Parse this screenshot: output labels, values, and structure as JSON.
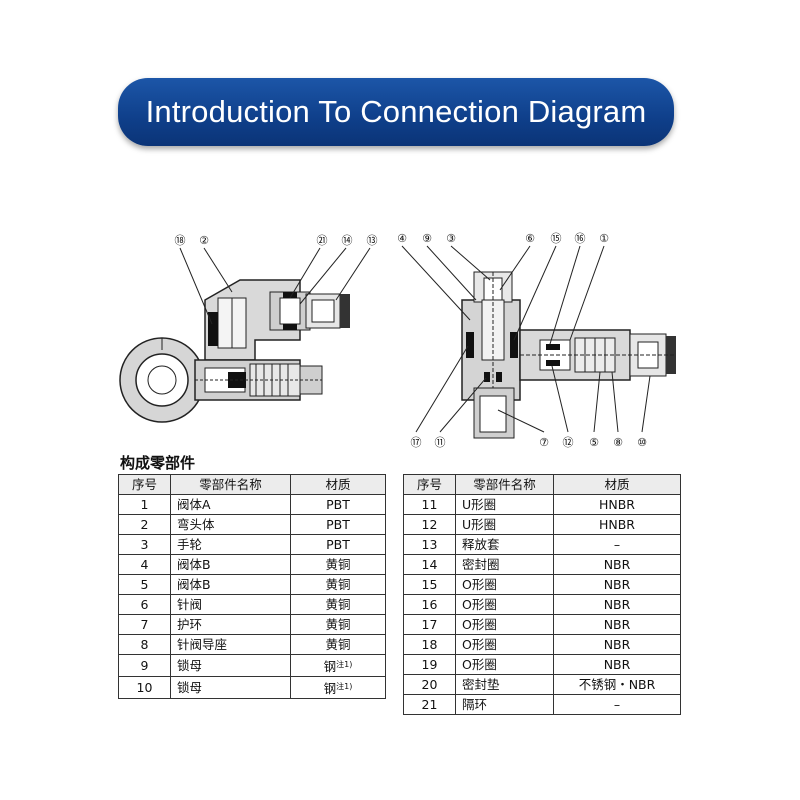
{
  "banner": {
    "title": "Introduction To Connection Diagram"
  },
  "callouts_left": [
    "⑱",
    "②",
    "㉑",
    "⑭",
    "⑬"
  ],
  "callouts_right_top": [
    "④",
    "⑨",
    "③",
    "⑥",
    "⑮",
    "⑯",
    "①"
  ],
  "callouts_right_bottom": [
    "⑰",
    "⑪",
    "⑦",
    "⑫",
    "⑤",
    "⑧",
    "⑩"
  ],
  "parts_section": {
    "title": "构成零部件",
    "headers": {
      "no": "序号",
      "name": "零部件名称",
      "material": "材质"
    },
    "left_rows": [
      {
        "no": "1",
        "name": "阀体A",
        "material": "PBT",
        "note": ""
      },
      {
        "no": "2",
        "name": "弯头体",
        "material": "PBT",
        "note": ""
      },
      {
        "no": "3",
        "name": "手轮",
        "material": "PBT",
        "note": ""
      },
      {
        "no": "4",
        "name": "阀体B",
        "material": "黄铜",
        "note": ""
      },
      {
        "no": "5",
        "name": "阀体B",
        "material": "黄铜",
        "note": ""
      },
      {
        "no": "6",
        "name": "针阀",
        "material": "黄铜",
        "note": ""
      },
      {
        "no": "7",
        "name": "护环",
        "material": "黄铜",
        "note": ""
      },
      {
        "no": "8",
        "name": "针阀导座",
        "material": "黄铜",
        "note": ""
      },
      {
        "no": "9",
        "name": "锁母",
        "material": "钢",
        "note": "注1)"
      },
      {
        "no": "10",
        "name": "锁母",
        "material": "钢",
        "note": "注1)"
      }
    ],
    "right_rows": [
      {
        "no": "11",
        "name": "U形圈",
        "material": "HNBR",
        "note": ""
      },
      {
        "no": "12",
        "name": "U形圈",
        "material": "HNBR",
        "note": ""
      },
      {
        "no": "13",
        "name": "释放套",
        "material": "–",
        "note": ""
      },
      {
        "no": "14",
        "name": "密封圈",
        "material": "NBR",
        "note": ""
      },
      {
        "no": "15",
        "name": "O形圈",
        "material": "NBR",
        "note": ""
      },
      {
        "no": "16",
        "name": "O形圈",
        "material": "NBR",
        "note": ""
      },
      {
        "no": "17",
        "name": "O形圈",
        "material": "NBR",
        "note": ""
      },
      {
        "no": "18",
        "name": "O形圈",
        "material": "NBR",
        "note": ""
      },
      {
        "no": "19",
        "name": "O形圈",
        "material": "NBR",
        "note": ""
      },
      {
        "no": "20",
        "name": "密封垫",
        "material": "不锈钢・NBR",
        "note": ""
      },
      {
        "no": "21",
        "name": "隔环",
        "material": "–",
        "note": ""
      }
    ]
  }
}
